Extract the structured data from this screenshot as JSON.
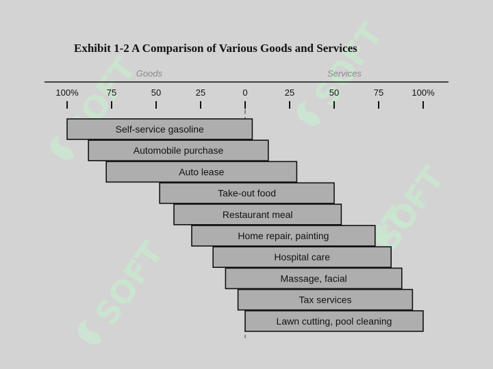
{
  "title": "Exhibit 1-2    A Comparison of Various Goods and Services",
  "left_label": "Goods",
  "right_label": "Services",
  "watermark": "SOFT",
  "chart_data": {
    "type": "bar",
    "orientation": "horizontal-range",
    "axis_ticks": [
      {
        "value": -100,
        "label": "100%"
      },
      {
        "value": -75,
        "label": "75"
      },
      {
        "value": -50,
        "label": "50"
      },
      {
        "value": -25,
        "label": "25"
      },
      {
        "value": 0,
        "label": "0"
      },
      {
        "value": 25,
        "label": "25"
      },
      {
        "value": 50,
        "label": "50"
      },
      {
        "value": 75,
        "label": "75"
      },
      {
        "value": 100,
        "label": "100%"
      }
    ],
    "xlim": [
      -100,
      100
    ],
    "categories": [
      "Self-service gasoline",
      "Automobile purchase",
      "Auto lease",
      "Take-out food",
      "Restaurant meal",
      "Home repair, painting",
      "Hospital care",
      "Massage, facial",
      "Tax services",
      "Lawn cutting, pool cleaning"
    ],
    "goods_percent": [
      100,
      88,
      78,
      48,
      40,
      30,
      18,
      11,
      4,
      0
    ],
    "services_percent": [
      4,
      13,
      29,
      50,
      54,
      73,
      82,
      88,
      94,
      100
    ],
    "zero_line": "dashed"
  }
}
